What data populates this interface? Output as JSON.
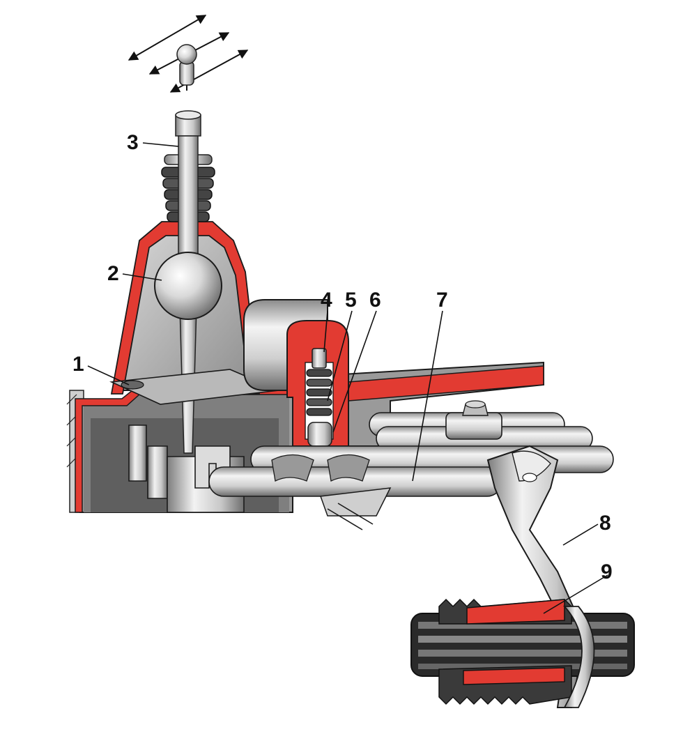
{
  "labels": [
    {
      "id": "1",
      "text": "1"
    },
    {
      "id": "2",
      "text": "2"
    },
    {
      "id": "3",
      "text": "3"
    },
    {
      "id": "4",
      "text": "4"
    },
    {
      "id": "5",
      "text": "5"
    },
    {
      "id": "6",
      "text": "6"
    },
    {
      "id": "7",
      "text": "7"
    },
    {
      "id": "8",
      "text": "8"
    },
    {
      "id": "9",
      "text": "9"
    }
  ],
  "colors": {
    "section_red": "#e23b32",
    "metal_light": "#e6e6e6",
    "metal_mid": "#b9b9b9",
    "metal_dark": "#5a5a5a",
    "outline": "#1a1a1a"
  }
}
